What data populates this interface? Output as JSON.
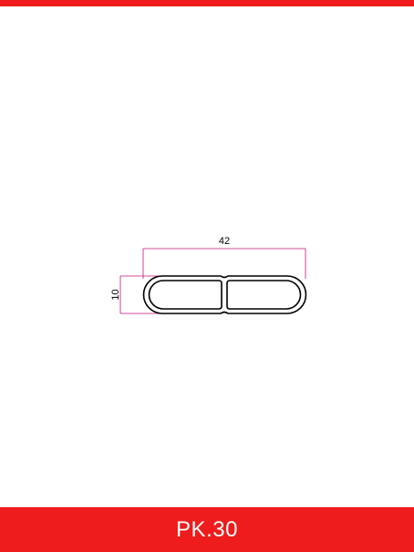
{
  "profile": {
    "code": "PK.30",
    "width_value": "42",
    "height_value": "10"
  },
  "colors": {
    "brand_red": "#ee1c1c",
    "dimension_line": "#c0147a",
    "outline": "#000000"
  }
}
